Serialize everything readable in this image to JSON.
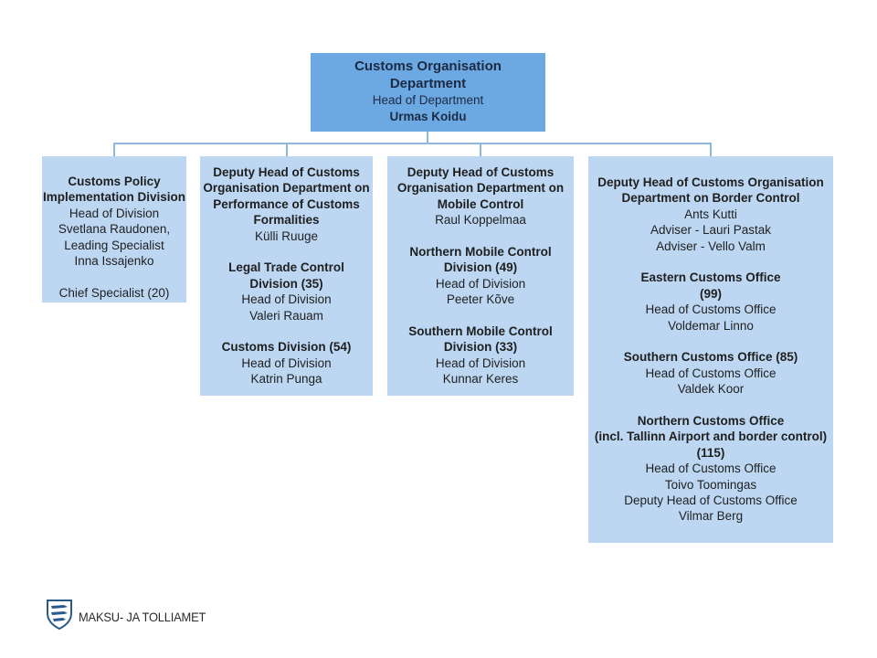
{
  "top": {
    "title_line1": "Customs Organisation",
    "title_line2": "Department",
    "role": "Head of Department",
    "name": "Urmas Koidu"
  },
  "box1": {
    "title_line1": "Customs Policy",
    "title_line2": "Implementation Division",
    "role": "Head of Division",
    "name": "Svetlana Raudonen,",
    "role2": "Leading Specialist",
    "name2": "Inna Issajenko",
    "chief": "Chief Specialist (20)"
  },
  "box2": {
    "title_lines": [
      "Deputy Head of Customs",
      "Organisation Department on",
      "Performance of Customs",
      "Formalities"
    ],
    "name": "Külli Ruuge",
    "legal_title_lines": [
      "Legal Trade Control",
      "Division (35)"
    ],
    "legal_role": "Head of Division",
    "legal_name": "Valeri Rauam",
    "customs_title": "Customs Division (54)",
    "customs_role": "Head of Division",
    "customs_name": "Katrin Punga"
  },
  "box3": {
    "title_lines": [
      "Deputy Head of Customs",
      "Organisation Department on",
      "Mobile Control"
    ],
    "name": "Raul Koppelmaa",
    "north_title_lines": [
      "Northern Mobile Control",
      "Division (49)"
    ],
    "north_role": "Head of Division",
    "north_name": "Peeter Kõve",
    "south_title_lines": [
      "Southern Mobile Control",
      "Division (33)"
    ],
    "south_role": "Head of Division",
    "south_name": "Kunnar Keres"
  },
  "box4": {
    "title_lines": [
      "Deputy Head of Customs Organisation",
      "Department on Border Control"
    ],
    "name": "Ants Kutti",
    "adviser1": "Adviser - Lauri Pastak",
    "adviser2": "Adviser - Vello Valm",
    "east_title_lines": [
      "Eastern Customs Office",
      "(99)"
    ],
    "east_role": "Head of Customs Office",
    "east_name": "Voldemar Linno",
    "south_title": "Southern Customs Office (85)",
    "south_role": "Head of Customs Office",
    "south_name": "Valdek Koor",
    "north_title_lines": [
      "Northern Customs Office",
      "(incl. Tallinn Airport and border control)",
      "(115)"
    ],
    "north_role": "Head of Customs Office",
    "north_name": "Toivo Toomingas",
    "north_deputy_role": "Deputy Head of Customs Office",
    "north_deputy_name": "Vilmar Berg"
  },
  "logo": {
    "text": "MAKSU- JA TOLLIAMET",
    "icon": "coat-of-arms-icon"
  },
  "colors": {
    "top_box": "#6ca9e3",
    "sub_box": "#bdd7f2",
    "connector": "#8fb6df"
  }
}
